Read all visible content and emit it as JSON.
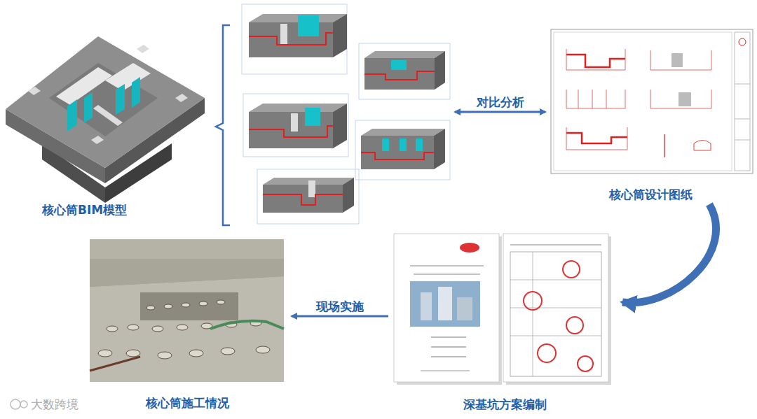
{
  "diagram": {
    "nodes": [
      {
        "text": [
          "核心筒BIM模型"
        ]
      },
      {
        "text": [
          "核心筒设计图纸"
        ]
      },
      {
        "text": [
          "深基坑方案编制"
        ]
      },
      {
        "text": [
          "核心筒施工情况"
        ]
      }
    ],
    "edges": [
      {
        "from": 0,
        "to": 1,
        "arrow": "both",
        "label": "对比分析"
      },
      {
        "from": 1,
        "to": 2,
        "arrow": "to"
      },
      {
        "from": 2,
        "to": 3,
        "arrow": "to",
        "label": "现场实施"
      }
    ],
    "labels": [
      "大数跨境"
    ]
  }
}
